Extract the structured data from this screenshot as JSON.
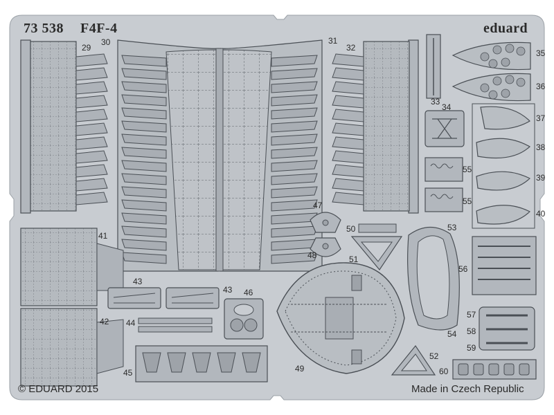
{
  "sheet": {
    "product_code": "73 538",
    "model": "F4F-4",
    "brand": "eduard",
    "copyright": "© EDUARD 2015",
    "origin": "Made in Czech Republic"
  },
  "part_numbers": {
    "p29": "29",
    "p30": "30",
    "p31": "31",
    "p32": "32",
    "p33": "33",
    "p34": "34",
    "p35": "35",
    "p36": "36",
    "p37": "37",
    "p38": "38",
    "p39": "39",
    "p40": "40",
    "p41": "41",
    "p42": "42",
    "p43a": "43",
    "p43b": "43",
    "p44": "44",
    "p45": "45",
    "p46": "46",
    "p47": "47",
    "p48": "48",
    "p49": "49",
    "p50": "50",
    "p51": "51",
    "p52": "52",
    "p53": "53",
    "p54": "54",
    "p55a": "55",
    "p55b": "55",
    "p56": "56",
    "p57": "57",
    "p58": "58",
    "p59": "59",
    "p60": "60"
  },
  "colors": {
    "background": "#ffffff",
    "sheet_fill": "#c7cbd0",
    "part_fill": "#b2b7bd",
    "outline": "#4a4f55",
    "ink": "#2a2a2a"
  }
}
